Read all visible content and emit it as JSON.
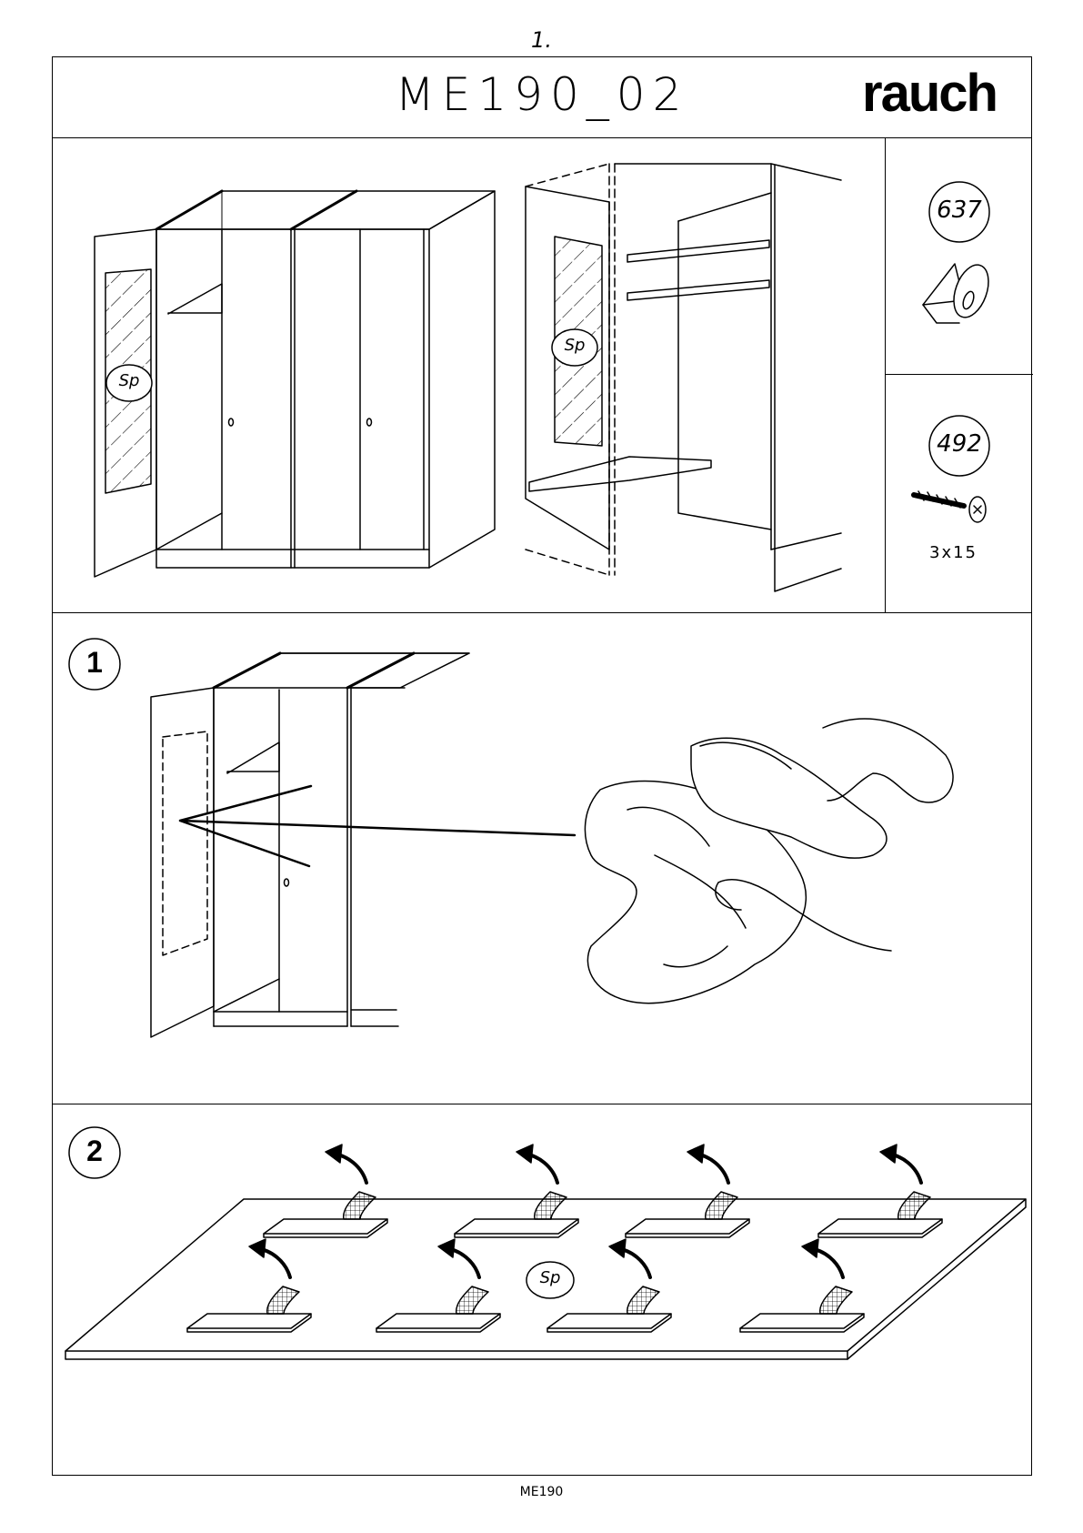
{
  "page": {
    "page_number": "1.",
    "document_code": "ME190_02",
    "brand": "rauch",
    "footer_code": "ME190"
  },
  "parts": [
    {
      "id": "637",
      "icon": "adhesive-pad-icon"
    },
    {
      "id": "492",
      "icon": "screw-icon",
      "size": "3x15"
    }
  ],
  "labels": {
    "mirror": "Sp"
  },
  "steps": [
    {
      "number": "1",
      "icon": "cloth-cleaning-icon"
    },
    {
      "number": "2",
      "icon": "adhesive-strip-icon"
    }
  ]
}
